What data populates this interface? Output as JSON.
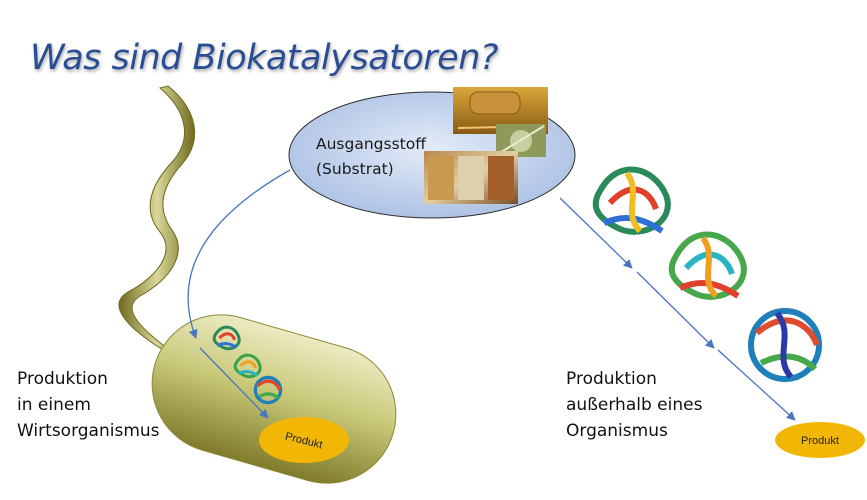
{
  "title": "Was sind Biokatalysatoren?",
  "substrate_label": [
    "Ausgangsstoff",
    "(Substrat)"
  ],
  "left_caption": [
    "Produktion",
    "in einem",
    "Wirtsorganismus"
  ],
  "right_caption": [
    "Produktion",
    "außerhalb eines",
    "Organismus"
  ],
  "product_label_cell": "Produkt",
  "product_label_free": "Produkt",
  "colors": {
    "title": "#2a4d93",
    "cell_body": "#c9c97a",
    "ellipse_fill": "#c3d2ea",
    "arrow": "#4a74c4",
    "product": "#f2b705"
  }
}
